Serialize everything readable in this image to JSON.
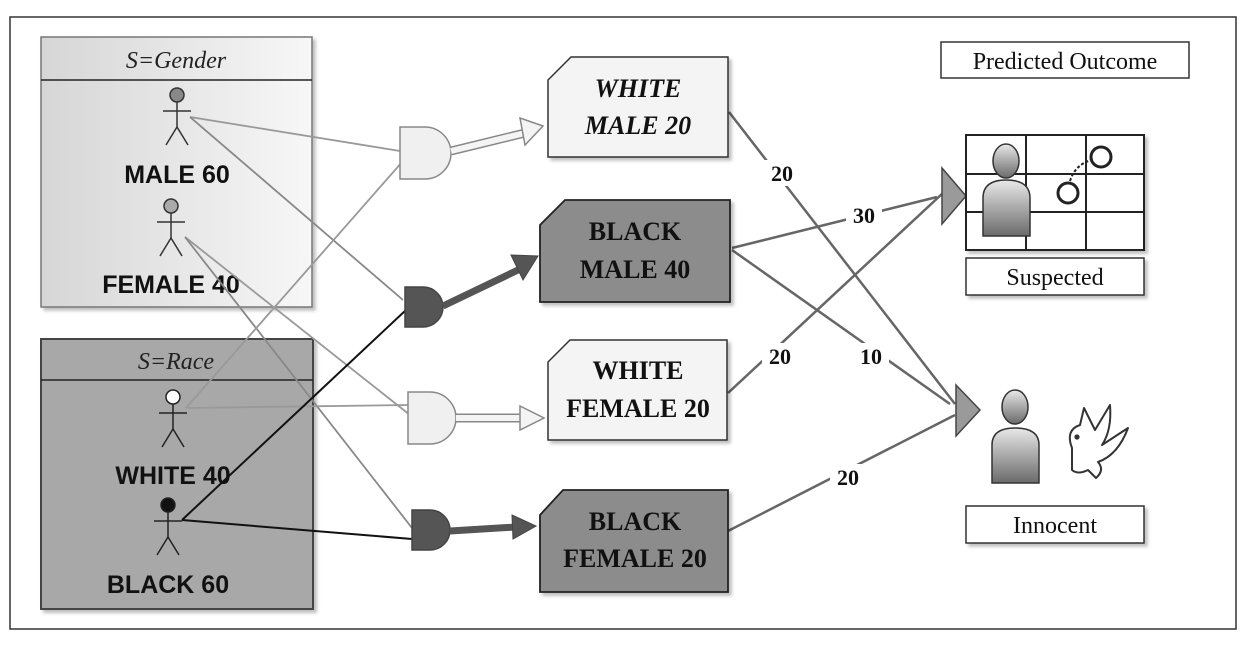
{
  "gender_panel": {
    "title": "S=Gender",
    "male_label": "MALE 60",
    "female_label": "FEMALE 40"
  },
  "race_panel": {
    "title": "S=Race",
    "white_label": "WHITE 40",
    "black_label": "BLACK 60"
  },
  "groups": {
    "white_male": {
      "line1": "WHITE",
      "line2": "MALE 20"
    },
    "black_male": {
      "line1": "BLACK",
      "line2": "MALE 40"
    },
    "white_female": {
      "line1": "WHITE",
      "line2": "FEMALE 20"
    },
    "black_female": {
      "line1": "BLACK",
      "line2": "FEMALE 20"
    }
  },
  "flows": {
    "white_male_innocent": "20",
    "black_male_suspected": "30",
    "black_male_innocent": "10",
    "white_female_suspected": "20",
    "black_female_innocent": "20"
  },
  "outcomes": {
    "header": "Predicted Outcome",
    "suspected": "Suspected",
    "innocent": "Innocent"
  },
  "colors": {
    "dark_fill": "#8c8c8c",
    "light_fill": "#f4f4f4",
    "panel_gender": "#e2e2e2",
    "panel_race": "#a6a6a6",
    "stroke_dark": "#222222"
  },
  "icons": [
    "person-figure-icon",
    "and-gate-icon",
    "arrow-icon",
    "jail-cell-icon",
    "handcuffs-icon",
    "person-silhouette-icon",
    "dove-icon"
  ]
}
